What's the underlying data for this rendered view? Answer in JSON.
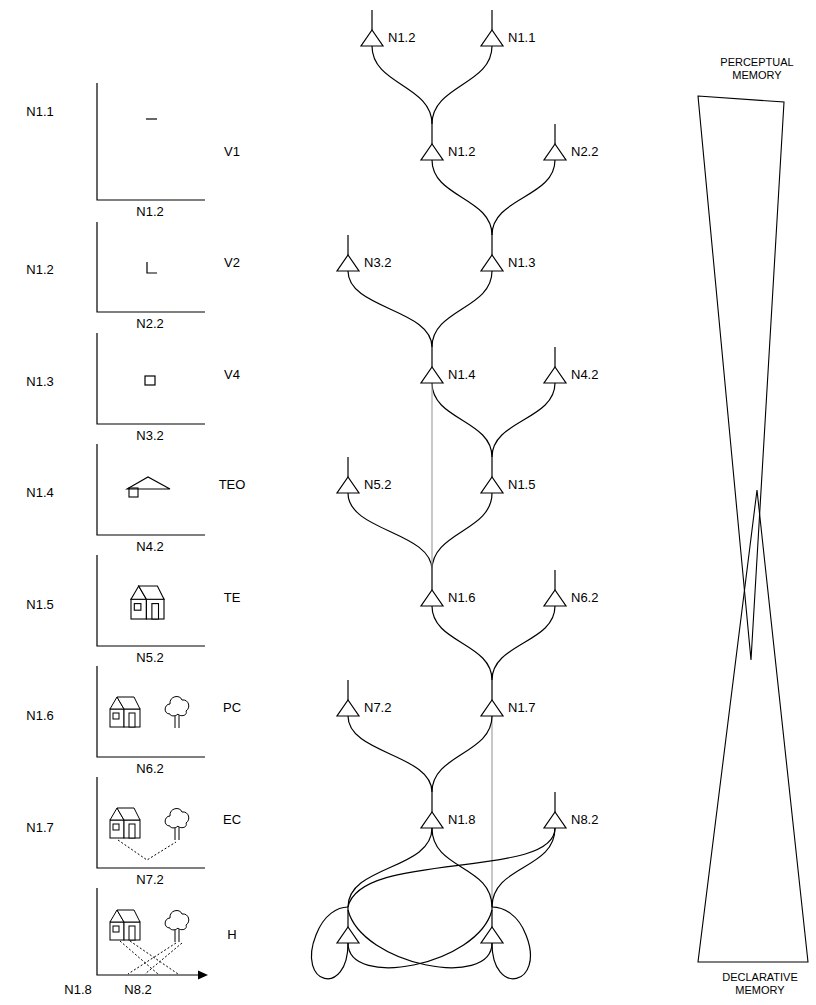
{
  "diagram": {
    "nodes": [
      {
        "text": [
          "N1.2"
        ]
      },
      {
        "text": [
          "N1.1"
        ]
      },
      {
        "text": [
          "N1.2"
        ]
      },
      {
        "text": [
          "N2.2"
        ]
      },
      {
        "text": [
          "N3.2"
        ]
      },
      {
        "text": [
          "N1.3"
        ]
      },
      {
        "text": [
          "N1.4"
        ]
      },
      {
        "text": [
          "N4.2"
        ]
      },
      {
        "text": [
          "N5.2"
        ]
      },
      {
        "text": [
          "N1.5"
        ]
      },
      {
        "text": [
          "N1.6"
        ]
      },
      {
        "text": [
          "N6.2"
        ]
      },
      {
        "text": [
          "N7.2"
        ]
      },
      {
        "text": [
          "N1.7"
        ]
      },
      {
        "text": [
          "N1.8"
        ]
      },
      {
        "text": [
          "N8.2"
        ]
      }
    ],
    "edges": [
      {
        "from": 0,
        "to": 2,
        "arrow": "none"
      },
      {
        "from": 1,
        "to": 2,
        "arrow": "none"
      },
      {
        "from": 2,
        "to": 5,
        "arrow": "none"
      },
      {
        "from": 3,
        "to": 5,
        "arrow": "none"
      },
      {
        "from": 4,
        "to": 6,
        "arrow": "none"
      },
      {
        "from": 5,
        "to": 6,
        "arrow": "none"
      },
      {
        "from": 6,
        "to": 9,
        "arrow": "none"
      },
      {
        "from": 7,
        "to": 9,
        "arrow": "none"
      },
      {
        "from": 8,
        "to": 10,
        "arrow": "none"
      },
      {
        "from": 9,
        "to": 10,
        "arrow": "none"
      },
      {
        "from": 6,
        "to": 10,
        "arrow": "none"
      },
      {
        "from": 10,
        "to": 13,
        "arrow": "none"
      },
      {
        "from": 11,
        "to": 13,
        "arrow": "none"
      },
      {
        "from": 12,
        "to": 14,
        "arrow": "none"
      },
      {
        "from": 13,
        "to": 14,
        "arrow": "none"
      }
    ],
    "labels": [
      "N1.1",
      "N1.2",
      "N1.3",
      "N1.4",
      "N1.5",
      "N1.6",
      "N1.7",
      "N1.2",
      "N2.2",
      "N3.2",
      "N4.2",
      "N5.2",
      "N6.2",
      "N7.2",
      "N1.8",
      "N8.2",
      "V1",
      "V2",
      "V4",
      "TEO",
      "TE",
      "PC",
      "EC",
      "H",
      "PERCEPTUAL MEMORY",
      "DECLARATIVE MEMORY"
    ]
  }
}
